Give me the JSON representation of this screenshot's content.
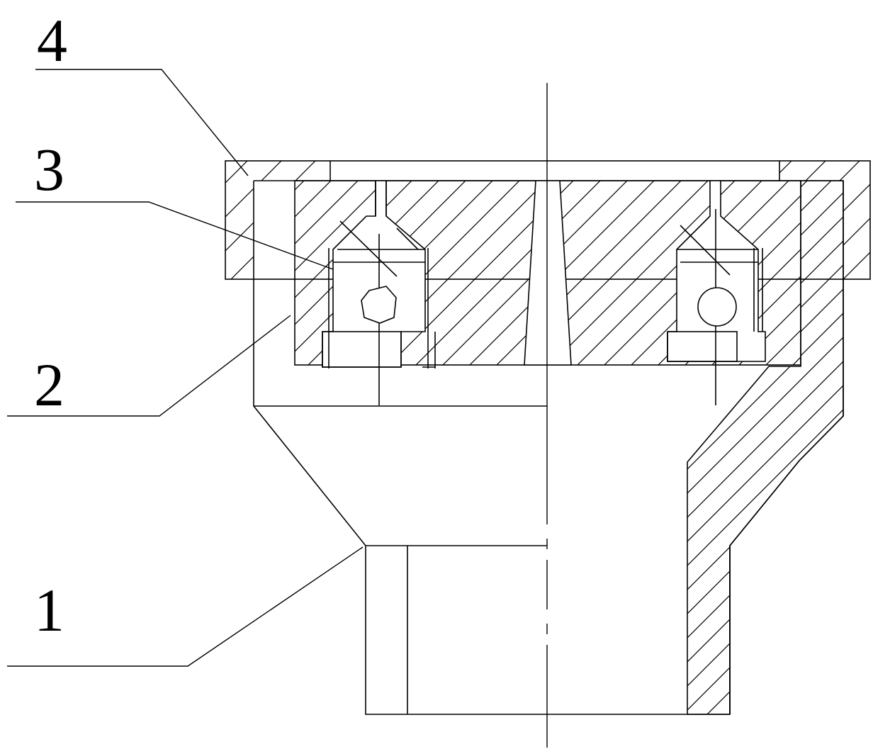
{
  "callouts": [
    {
      "id": "4",
      "label": "4"
    },
    {
      "id": "3",
      "label": "3"
    },
    {
      "id": "2",
      "label": "2"
    },
    {
      "id": "1",
      "label": "1"
    }
  ],
  "colors": {
    "line": "#000000",
    "background": "#ffffff"
  }
}
